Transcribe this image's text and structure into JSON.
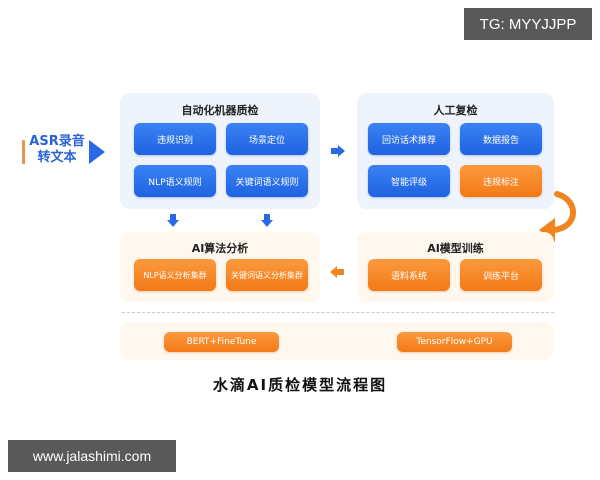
{
  "watermarks": {
    "top_right": "TG: MYYJJPP",
    "bottom_left": "www.jalashimi.com"
  },
  "input": {
    "label_line1": "ASR录音",
    "label_line2": "转文本"
  },
  "panels": {
    "auto_qc": {
      "title": "自动化机器质检",
      "items": [
        "违规识别",
        "场景定位",
        "NLP语义规则",
        "关键词语义规则"
      ]
    },
    "manual_review": {
      "title": "人工复检",
      "items": [
        "回访话术推荐",
        "数据报告",
        "智能评级",
        "违规标注"
      ]
    },
    "ai_analysis": {
      "title": "AI算法分析",
      "items": [
        "NLP语义分析集群",
        "关键词语义分析集群"
      ]
    },
    "ai_training": {
      "title": "AI模型训练",
      "items": [
        "语料系统",
        "训练平台"
      ]
    },
    "infrastructure": {
      "items": [
        "BERT+FineTune",
        "TensorFlow+GPU"
      ]
    }
  },
  "caption": "水滴AI质检模型流程图",
  "colors": {
    "blue": "#2a70ea",
    "orange": "#f5841f",
    "panel_blue": "#eef3fc",
    "panel_orange": "#fff8ee",
    "accent_bar": "#e8954a"
  }
}
